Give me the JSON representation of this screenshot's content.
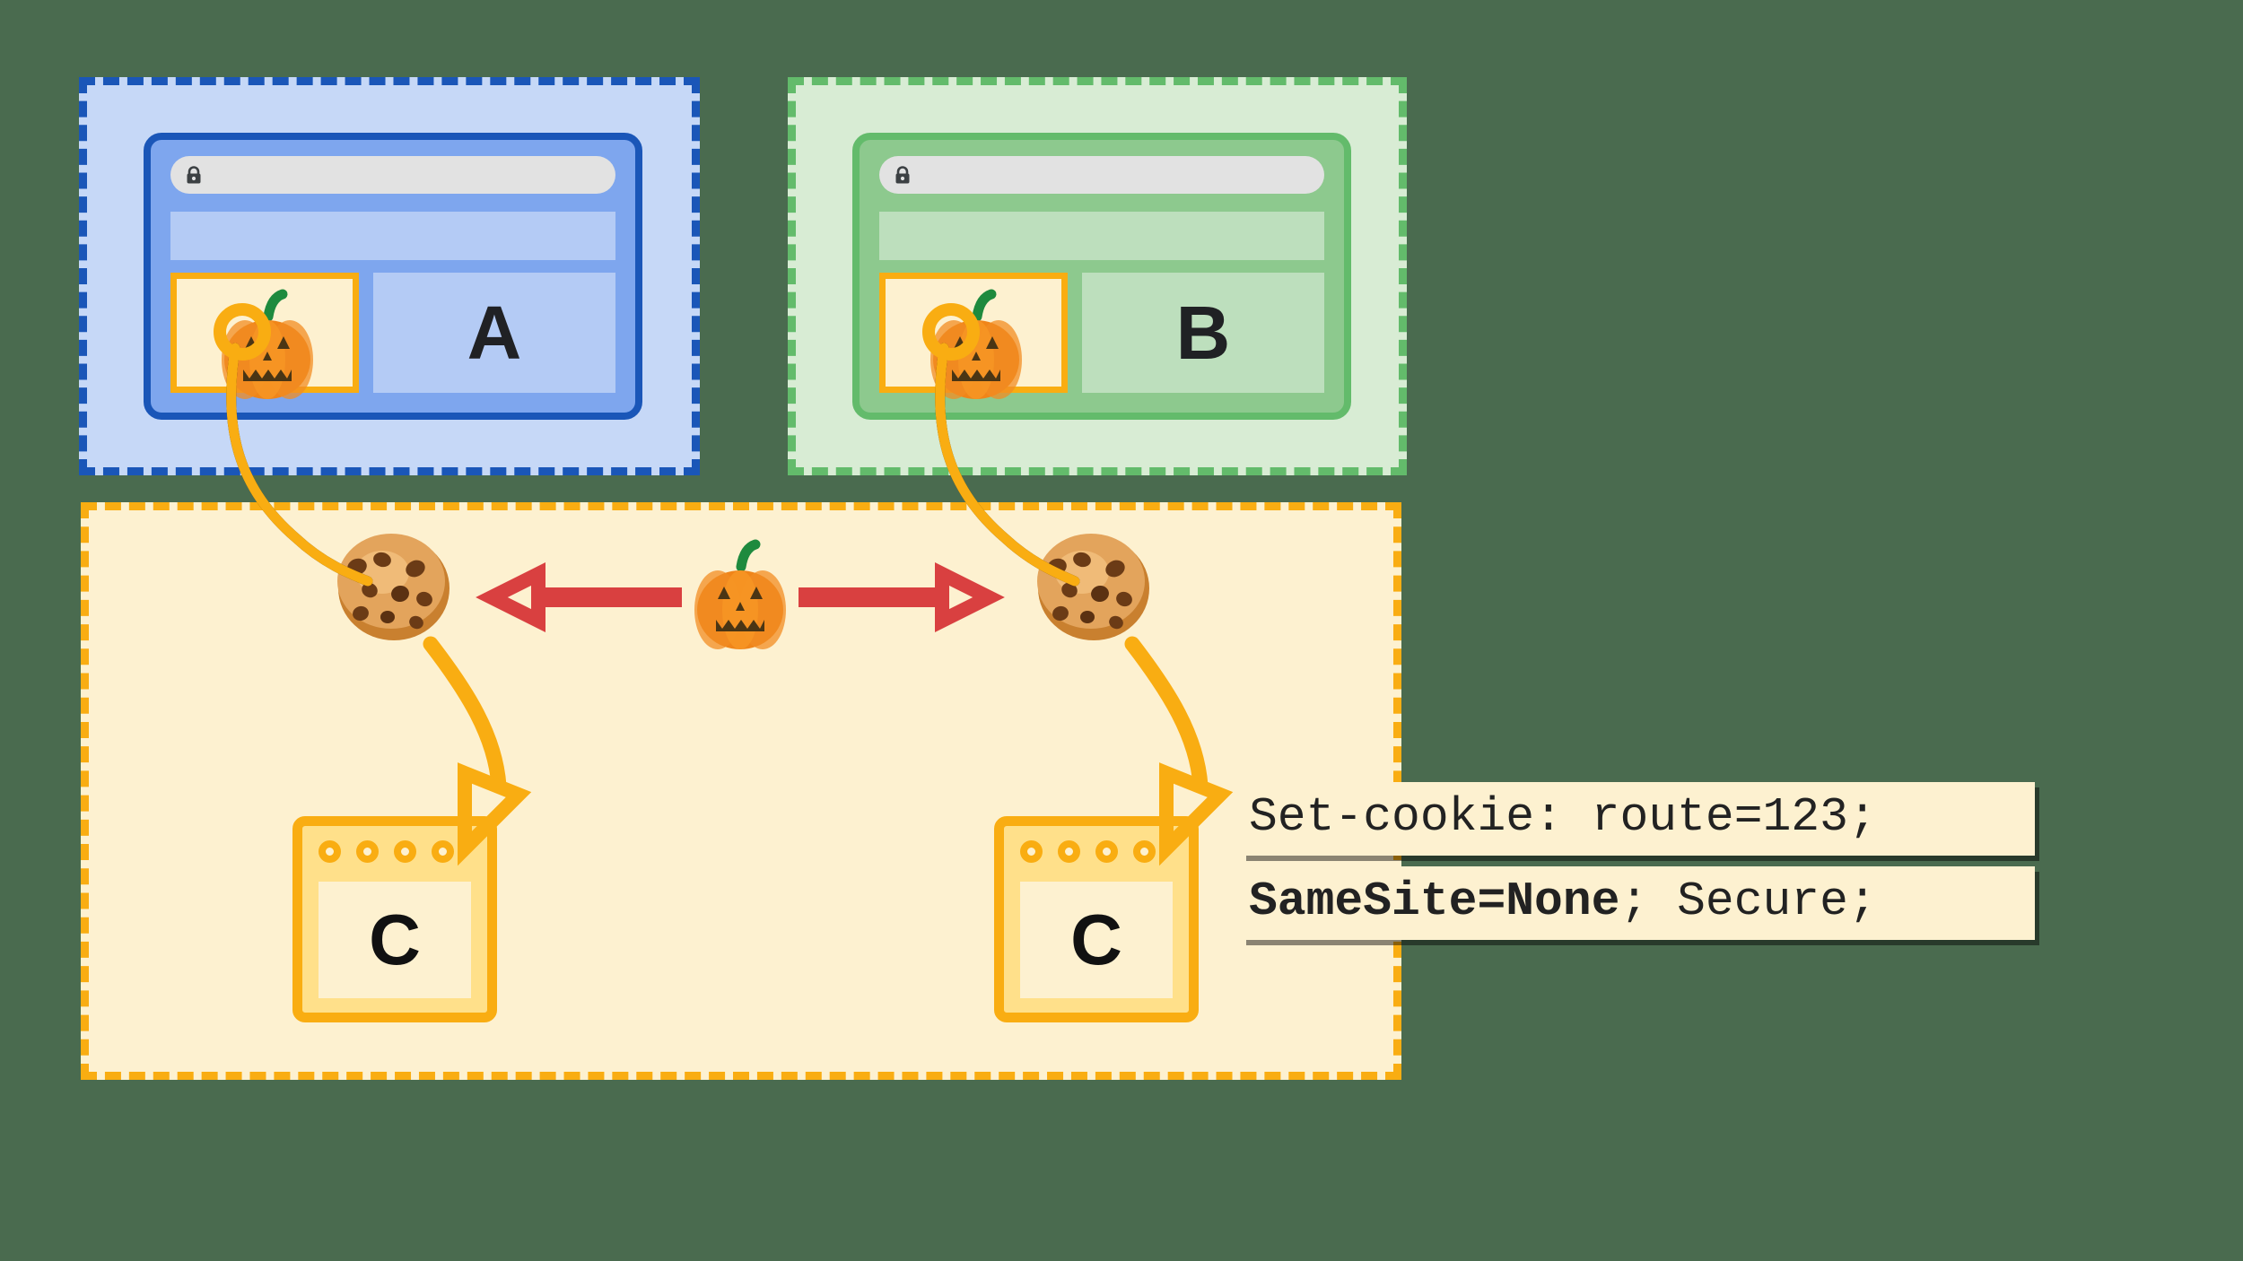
{
  "diagram": {
    "title": "Third-party cookie SameSite=None cross-site flow",
    "colors": {
      "blue_party": "#1a56b8",
      "blue_fill": "#c6d8f7",
      "green_party": "#63bb6b",
      "green_fill": "#d8ecd4",
      "orange_party": "#f9ad12",
      "orange_fill": "#fdf1d0",
      "red_arrow": "#d94040",
      "background": "#4a6b4f",
      "letter": "#202124"
    }
  },
  "parties": [
    {
      "id": "a",
      "name": "site-a",
      "letter": "A",
      "url_lock_icon": "lock-icon",
      "embed_icon": "pumpkin-icon"
    },
    {
      "id": "b",
      "name": "site-b",
      "letter": "B",
      "url_lock_icon": "lock-icon",
      "embed_icon": "pumpkin-icon"
    },
    {
      "id": "c",
      "name": "site-c",
      "letter": "C",
      "dot_count": 4
    }
  ],
  "servers": [
    {
      "letter": "C",
      "dots": [
        "dot",
        "dot",
        "dot",
        "dot"
      ]
    },
    {
      "letter": "C",
      "dots": [
        "dot",
        "dot",
        "dot",
        "dot"
      ]
    }
  ],
  "cookies": [
    {
      "icon": "cookie-icon",
      "label": ""
    },
    {
      "icon": "cookie-icon",
      "label": ""
    }
  ],
  "shared_resource": {
    "icon": "pumpkin-icon"
  },
  "cross_site_arrow": {
    "icon": "double-arrow-icon",
    "color": "#d94040",
    "direction": "bidirectional"
  },
  "code_label": {
    "line1": "Set-cookie: route=123;",
    "line2_bold": "SameSite=None",
    "line2_rest": "; Secure;"
  }
}
